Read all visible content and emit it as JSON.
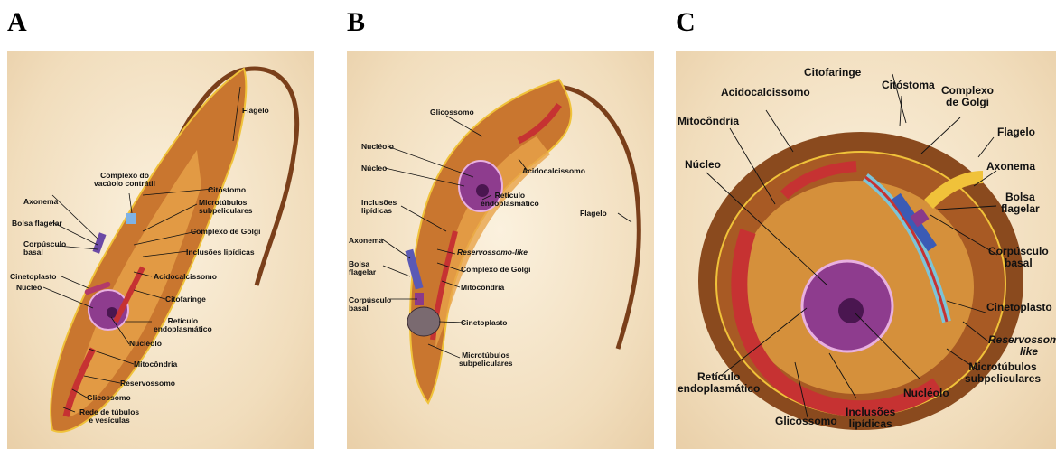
{
  "panels": [
    {
      "letter": "A",
      "labels": {
        "flagelo": "Flagelo",
        "complexo_vacuolo": "Complexo do\nvacúolo  contrátil",
        "citostomo": "Citóstomo",
        "axonema": "Axonema",
        "microtubulos": "Microtúbulos\nsubpeliculares",
        "bolsa_flagelar": "Bolsa flagelar",
        "complexo_golgi": "Complexo de Golgi",
        "corpusculo_basal": "Corpúsculo\nbasal",
        "inclusoes_lipidicas": "Inclusões lipídicas",
        "cinetoplasto": "Cinetoplasto",
        "acidocalcissomo": "Acidocalcissomo",
        "nucleo": "Núcleo",
        "citofaringe": "Citofaringe",
        "reticulo": "Retículo\nendoplasmático",
        "nucleolo": "Nucléolo",
        "mitocondria": "Mitocôndria",
        "reservossomo": "Reservossomo",
        "glicossomo": "Glicossomo",
        "rede_tubulos": "Rede de túbulos\ne vesículas"
      }
    },
    {
      "letter": "B",
      "labels": {
        "glicossomo": "Glicossomo",
        "nucleolo": "Nucléolo",
        "nucleo": "Núcleo",
        "acidocalcissomo": "Acidocalcissomo",
        "reticulo": "Retículo\nendoplasmático",
        "inclusoes_lipidicas": "Inclusões\nlipídicas",
        "flagelo": "Flagelo",
        "reservossomo_like": "Reservossomo-like",
        "axonema": "Axonema",
        "bolsa_flagelar": "Bolsa\nflagelar",
        "complexo_golgi": "Complexo de Golgi",
        "mitocondria": "Mitocôndria",
        "corpusculo_basal": "Corpúsculo\nbasal",
        "cinetoplasto": "Cinetoplasto",
        "microtubulos": "Microtúbulos\nsubpeliculares"
      }
    },
    {
      "letter": "C",
      "labels": {
        "citofaringe": "Citofaringe",
        "citostoma": "Citóstoma",
        "complexo_golgi": "Complexo\nde Golgi",
        "acidocalcissomo": "Acidocalcissomo",
        "mitocondria": "Mitocôndria",
        "flagelo": "Flagelo",
        "nucleo": "Núcleo",
        "axonema": "Axonema",
        "bolsa_flagelar": "Bolsa\nflagelar",
        "corpusculo_basal": "Corpúsculo\nbasal",
        "cinetoplasto": "Cinetoplasto",
        "reservossomo_like": "Reservossomo-\nlike",
        "microtubulos": "Microtúbulos\nsubpeliculares",
        "reticulo": "Retículo\nendoplasmático",
        "nucleolo": "Nucléolo",
        "glicossomo": "Glicossomo",
        "inclusoes_lipidicas": "Inclusões\nlipídicas"
      }
    }
  ]
}
